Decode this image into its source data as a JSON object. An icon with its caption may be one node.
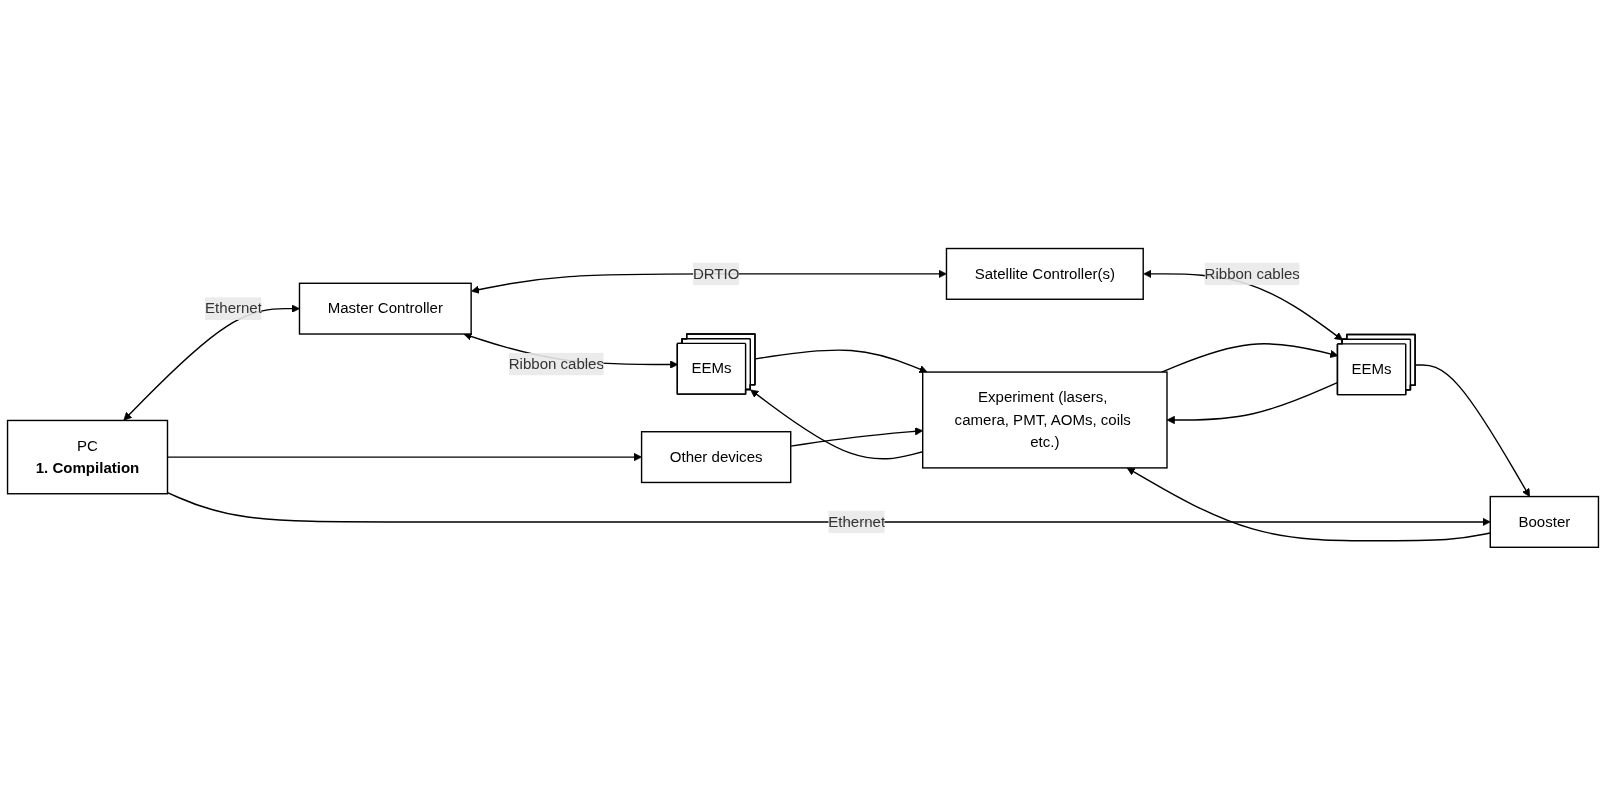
{
  "diagram": {
    "nodes": [
      {
        "text": [
          "PC",
          "1. Compilation"
        ]
      },
      {
        "text": [
          "Master Controller"
        ]
      },
      {
        "text": [
          "Satellite Controller(s)"
        ]
      },
      {
        "text": [
          "EEMs"
        ]
      },
      {
        "text": [
          "EEMs"
        ]
      },
      {
        "text": [
          "Booster"
        ]
      },
      {
        "text": [
          "Other devices"
        ]
      },
      {
        "text": [
          "Experiment (lasers, camera, PMT, AOMs, coils etc.)"
        ]
      }
    ],
    "edges": [
      {
        "from": 0,
        "to": 1,
        "arrow": "both",
        "label": "Ethernet"
      },
      {
        "from": 1,
        "to": 3,
        "arrow": "both",
        "label": "Ribbon cables"
      },
      {
        "from": 1,
        "to": 2,
        "arrow": "both",
        "label": "DRTIO"
      },
      {
        "from": 2,
        "to": 4,
        "arrow": "both",
        "label": "Ribbon cables"
      },
      {
        "from": 7,
        "to": 3,
        "arrow": "to"
      },
      {
        "from": 3,
        "to": 7,
        "arrow": "to"
      },
      {
        "from": 7,
        "to": 4,
        "arrow": "to"
      },
      {
        "from": 4,
        "to": 7,
        "arrow": "to"
      },
      {
        "from": 4,
        "to": 5,
        "arrow": "to"
      },
      {
        "from": 0,
        "to": 5,
        "arrow": "to",
        "label": "Ethernet"
      },
      {
        "from": 0,
        "to": 6,
        "arrow": "to"
      },
      {
        "from": 5,
        "to": 7,
        "arrow": "to"
      },
      {
        "from": 6,
        "to": 7,
        "arrow": "to"
      }
    ]
  }
}
